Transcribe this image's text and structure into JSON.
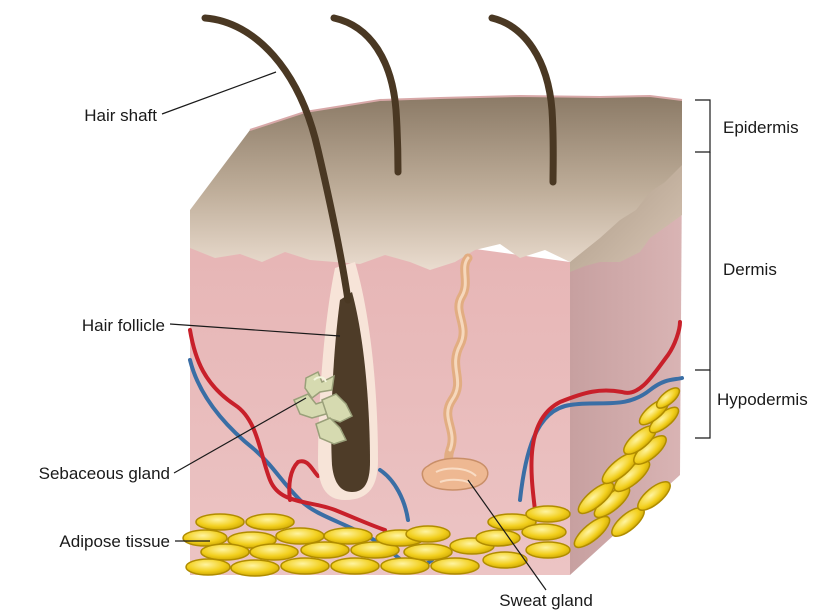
{
  "labels": {
    "hair_shaft": "Hair shaft",
    "hair_follicle": "Hair follicle",
    "sebaceous_gland": "Sebaceous gland",
    "adipose_tissue": "Adipose tissue",
    "sweat_gland": "Sweat gland",
    "epidermis": "Epidermis",
    "dermis": "Dermis",
    "hypodermis": "Hypodermis"
  },
  "colors": {
    "epidermis_top": "#8e7d68",
    "epidermis_bottom": "#efe1d6",
    "dermis_front": "#e8b9b9",
    "dermis_side": "#c89a9a",
    "hair": "#4a3823",
    "follicle_sheath": "#f8e6dc",
    "artery": "#c8202a",
    "vein": "#3a6ea5",
    "fat": "#f2cf1c",
    "sweat": "#e8b88e",
    "sebaceous": "#d8dcb0"
  }
}
